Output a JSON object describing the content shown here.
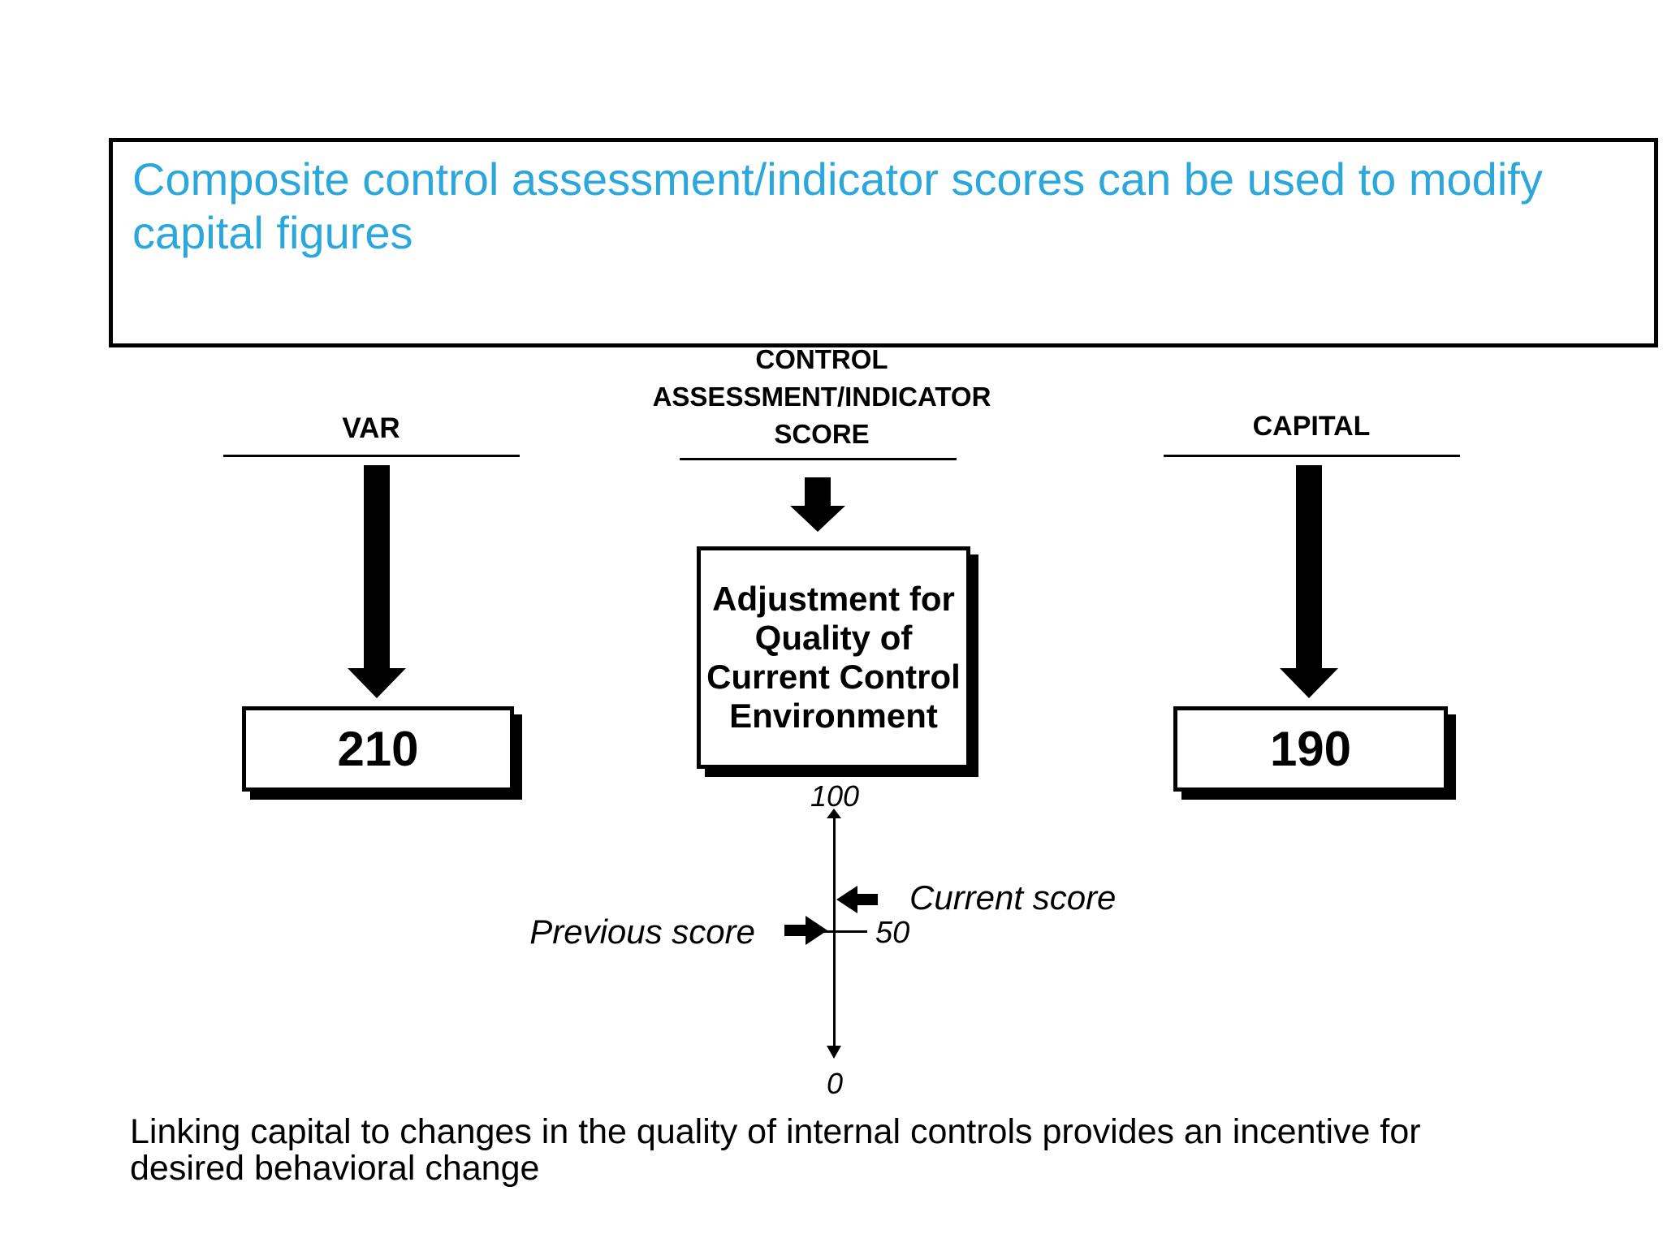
{
  "title": {
    "line1": "Composite control assessment/indicator scores can be used to modify",
    "line2": "capital figures",
    "color": "#2BA7DC"
  },
  "headers": {
    "var": "VAR",
    "control_line1": "CONTROL",
    "control_line2": "ASSESSMENT/INDICATOR",
    "control_line3": "SCORE",
    "capital": "CAPITAL"
  },
  "values": {
    "var": "210",
    "capital": "190"
  },
  "adjustment_box": {
    "line1": "Adjustment for",
    "line2": "Quality of",
    "line3": "Current Control",
    "line4": "Environment"
  },
  "scale": {
    "top": "100",
    "mid": "50",
    "bottom": "0",
    "current_label": "Current score",
    "previous_label": "Previous score"
  },
  "footer": {
    "line1": "Linking capital to changes in the quality of internal controls provides an incentive for",
    "line2": "desired behavioral change"
  },
  "colors": {
    "accent_blue": "#2BA7DC",
    "ink": "#000000",
    "background": "#FFFFFF"
  }
}
